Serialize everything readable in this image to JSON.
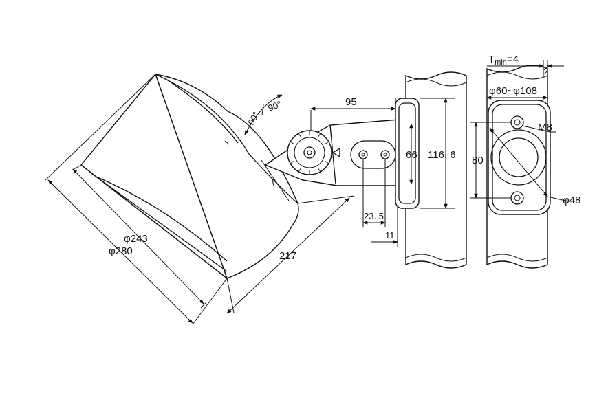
{
  "labels": {
    "dia243": "φ243",
    "dia280": "φ280",
    "len217": "217",
    "len95": "95",
    "h66": "66",
    "h116": "116. 6",
    "w23": "23. 5",
    "w11": "11",
    "tmin_t": "T",
    "tmin_sub": "min",
    "tmin_val": "=4",
    "pole_range": "φ60~φ108",
    "h80": "80",
    "m8": "M8",
    "dia48": "φ48",
    "angle_left": "90°",
    "angle_right": "90°"
  },
  "icons": {
    "speaker": "speaker-body-icon",
    "dial": "angle-dial-icon",
    "bracket": "mounting-bracket-icon",
    "pole": "pole-icon",
    "plate": "mount-plate-icon"
  }
}
